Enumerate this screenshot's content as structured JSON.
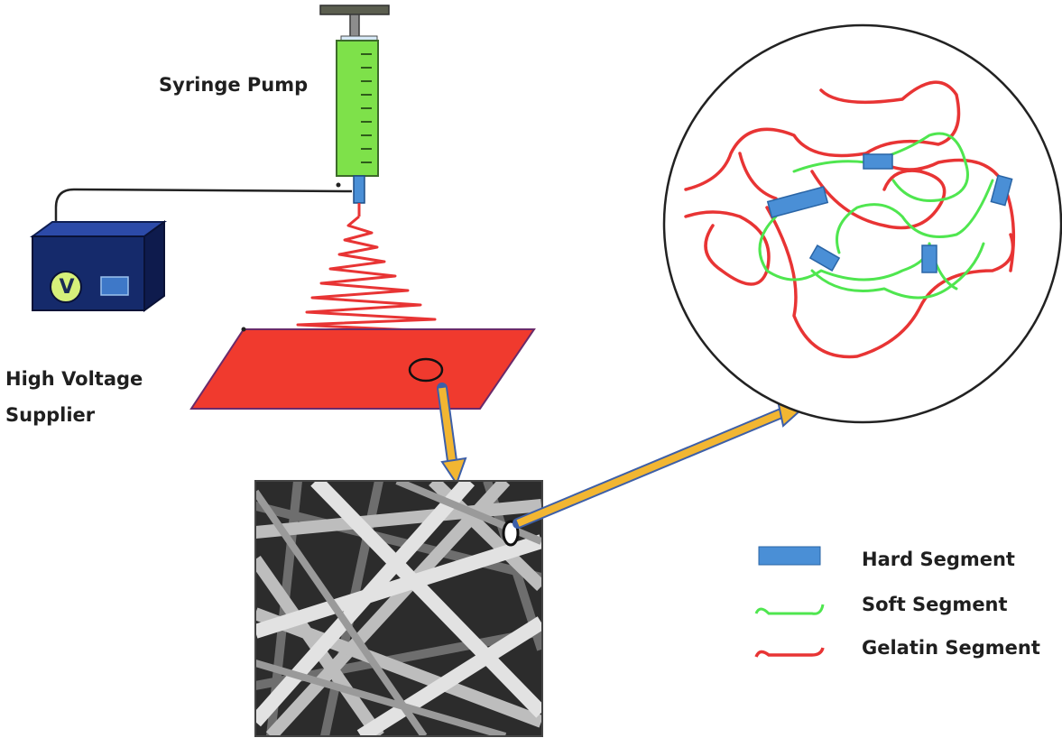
{
  "labels": {
    "syringe_pump": "Syringe Pump",
    "high_voltage_line1": "High Voltage",
    "high_voltage_line2": "Supplier",
    "voltmeter_symbol": "V"
  },
  "legend": {
    "hard": "Hard Segment",
    "soft": "Soft Segment",
    "gelatin": "Gelatin Segment"
  },
  "colors": {
    "hard_segment": "#4a8fd6",
    "soft_segment": "#4fe64f",
    "gelatin_segment": "#e83434",
    "collector": "#f03a2e",
    "arrow": "#f2b632",
    "syringe": "#7ee14a",
    "supplier_box": "#152a6b"
  }
}
